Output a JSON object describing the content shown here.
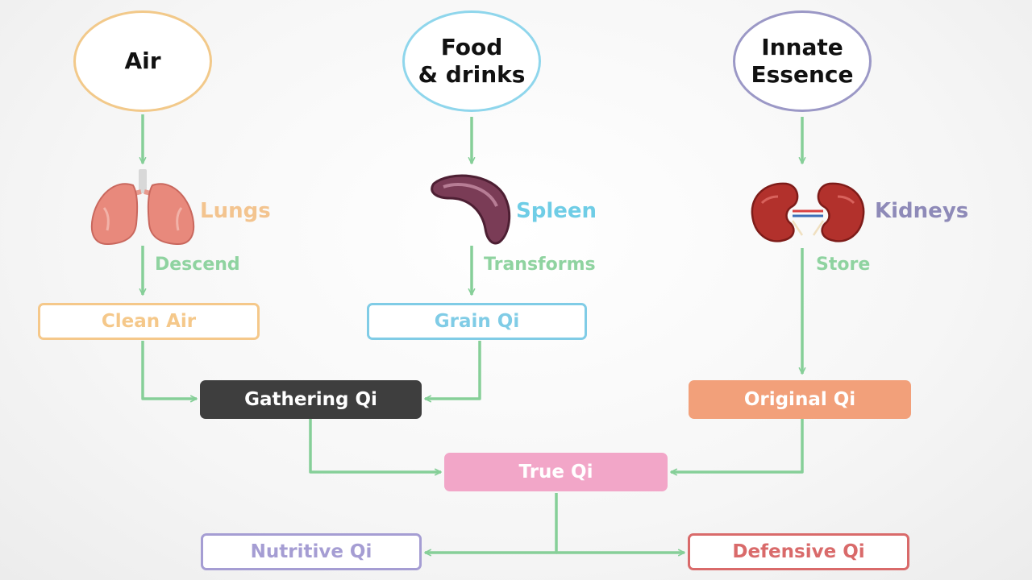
{
  "colors": {
    "arrow": "#86cf98",
    "air": "#f2c98a",
    "food": "#8fd6ec",
    "essence": "#9b98c6",
    "lungs": "#f3c48f",
    "spleen": "#6fcde6",
    "kidneys": "#8e8ab8",
    "verb": "#8fd3a0",
    "clean_air": "#f5c88a",
    "grain_qi": "#80cce6",
    "gathering_qi_fill": "#3e3e3e",
    "original_qi_fill": "#f2a07a",
    "true_qi_fill": "#f2a6c8",
    "nutritive_qi": "#a59dd3",
    "defensive_qi": "#d96a6a"
  },
  "sources": {
    "air": "Air",
    "food": "Food\n& drinks",
    "essence": "Innate\nEssence"
  },
  "organs": {
    "lungs": "Lungs",
    "spleen": "Spleen",
    "kidneys": "Kidneys"
  },
  "processes": {
    "descend": "Descend",
    "transforms": "Transforms",
    "store": "Store"
  },
  "qi": {
    "clean_air": "Clean Air",
    "grain_qi": "Grain Qi",
    "gathering_qi": "Gathering Qi",
    "original_qi": "Original Qi",
    "true_qi": "True Qi",
    "nutritive_qi": "Nutritive Qi",
    "defensive_qi": "Defensive Qi"
  },
  "icons": [
    "lungs-icon",
    "spleen-icon",
    "kidneys-icon"
  ]
}
